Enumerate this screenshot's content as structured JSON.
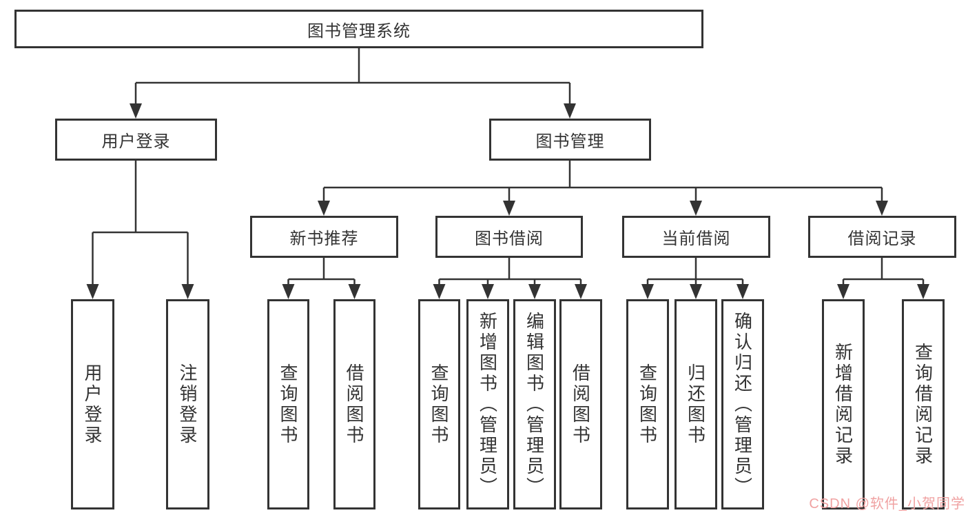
{
  "colors": {
    "line": "#333333",
    "text": "#333333",
    "background": "#ffffff",
    "watermark": "#f0a2a2"
  },
  "watermark": {
    "text": "CSDN @软件_小贺同学"
  },
  "tree": {
    "root": "图书管理系统",
    "children": [
      {
        "label": "用户登录",
        "children": [
          {
            "label": "用户登录"
          },
          {
            "label": "注销登录"
          }
        ]
      },
      {
        "label": "图书管理",
        "children": [
          {
            "label": "新书推荐",
            "children": [
              {
                "label": "查询图书"
              },
              {
                "label": "借阅图书"
              }
            ]
          },
          {
            "label": "图书借阅",
            "children": [
              {
                "label": "查询图书"
              },
              {
                "label": "新增图书（管理员）"
              },
              {
                "label": "编辑图书（管理员）"
              },
              {
                "label": "借阅图书"
              }
            ]
          },
          {
            "label": "当前借阅",
            "children": [
              {
                "label": "查询图书"
              },
              {
                "label": "归还图书"
              },
              {
                "label": "确认归还（管理员）"
              }
            ]
          },
          {
            "label": "借阅记录",
            "children": [
              {
                "label": "新增借阅记录"
              },
              {
                "label": "查询借阅记录"
              }
            ]
          }
        ]
      }
    ]
  }
}
